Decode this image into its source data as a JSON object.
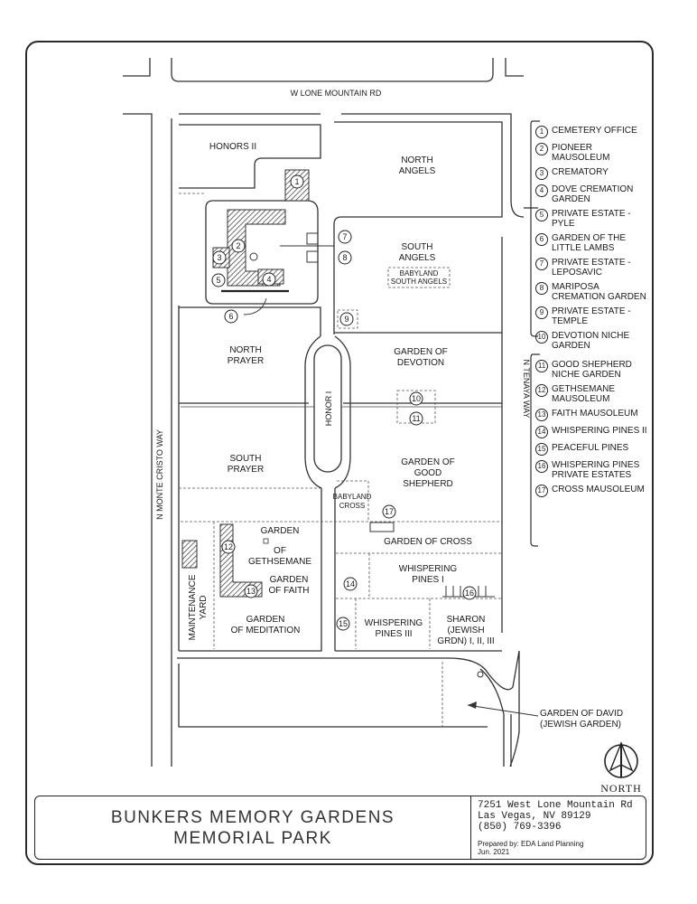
{
  "map": {
    "roads": {
      "north": "W LONE MOUNTAIN RD",
      "east": "N TENAYA WAY",
      "west": "N MONTE CRISTO WAY",
      "central": "HONOR I"
    },
    "sections": {
      "honors_ii": "HONORS II",
      "north_angels": [
        "NORTH",
        "ANGELS"
      ],
      "south_angels": [
        "SOUTH",
        "ANGELS"
      ],
      "babyland_south_angels": [
        "BABYLAND",
        "SOUTH ANGELS"
      ],
      "north_prayer": [
        "NORTH",
        "PRAYER"
      ],
      "garden_of_devotion": [
        "GARDEN OF",
        "DEVOTION"
      ],
      "south_prayer": [
        "SOUTH",
        "PRAYER"
      ],
      "garden_of_good_shepherd": [
        "GARDEN OF",
        "GOOD",
        "SHEPHERD"
      ],
      "babyland_cross": [
        "BABYLAND",
        "CROSS"
      ],
      "garden_of_gethsemane": [
        "GARDEN",
        "OF",
        "GETHSEMANE"
      ],
      "garden_of_cross": "GARDEN OF CROSS",
      "whispering_pines_i": [
        "WHISPERING",
        "PINES I"
      ],
      "garden_of_faith": [
        "GARDEN",
        "OF FAITH"
      ],
      "maintenance_yard": [
        "MAINTENANCE",
        "YARD"
      ],
      "garden_of_meditation": [
        "GARDEN",
        "OF MEDITATION"
      ],
      "whispering_pines_iii": [
        "WHISPERING",
        "PINES III"
      ],
      "sharon": [
        "SHARON",
        "(JEWISH",
        "GRDN) I, II, III"
      ]
    },
    "garden_of_david": [
      "GARDEN OF DAVID",
      "(JEWISH GARDEN)"
    ],
    "north_arrow_label": "NORTH",
    "markers": [
      "1",
      "2",
      "3",
      "4",
      "5",
      "6",
      "7",
      "8",
      "9",
      "10",
      "11",
      "12",
      "13",
      "14",
      "15",
      "16",
      "17"
    ]
  },
  "legend": {
    "group1": [
      {
        "num": "1",
        "text": "CEMETERY OFFICE"
      },
      {
        "num": "2",
        "text": "PIONEER MAUSOLEUM"
      },
      {
        "num": "3",
        "text": "CREMATORY"
      },
      {
        "num": "4",
        "text": "DOVE CREMATION GARDEN"
      },
      {
        "num": "5",
        "text": "PRIVATE ESTATE - PYLE"
      },
      {
        "num": "6",
        "text": "GARDEN OF THE LITTLE LAMBS"
      },
      {
        "num": "7",
        "text": "PRIVATE ESTATE - LEPOSAVIC"
      },
      {
        "num": "8",
        "text": "MARIPOSA CREMATION GARDEN"
      },
      {
        "num": "9",
        "text": "PRIVATE ESTATE - TEMPLE"
      },
      {
        "num": "10",
        "text": "DEVOTION NICHE GARDEN"
      }
    ],
    "group2": [
      {
        "num": "11",
        "text": "GOOD SHEPHERD NICHE GARDEN"
      },
      {
        "num": "12",
        "text": "GETHSEMANE MAUSOLEUM"
      },
      {
        "num": "13",
        "text": "FAITH MAUSOLEUM"
      },
      {
        "num": "14",
        "text": "WHISPERING PINES II"
      },
      {
        "num": "15",
        "text": "PEACEFUL PINES"
      },
      {
        "num": "16",
        "text": "WHISPERING PINES PRIVATE ESTATES"
      },
      {
        "num": "17",
        "text": "CROSS MAUSOLEUM"
      }
    ]
  },
  "title": {
    "line1": "BUNKERS MEMORY GARDENS",
    "line2": "MEMORIAL PARK"
  },
  "address": {
    "line1": "7251 West Lone Mountain Rd",
    "line2": "Las Vegas, NV 89129",
    "phone": "(850) 769-3396"
  },
  "prepared": {
    "by": "Prepared by: EDA Land Planning",
    "date": "Jun. 2021"
  },
  "colors": {
    "ink": "#1a1a1a",
    "paper": "#ffffff"
  }
}
